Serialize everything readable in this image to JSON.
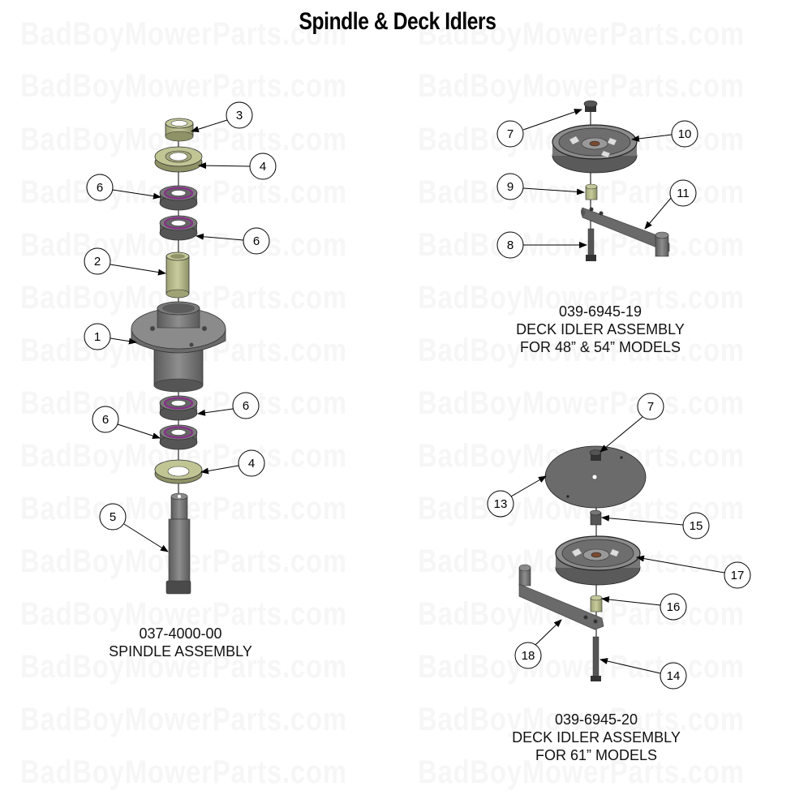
{
  "page": {
    "title": "Spindle & Deck Idlers",
    "watermark": "BadBoyMowerParts.com"
  },
  "assemblies": [
    {
      "id": "spindle",
      "part_number": "037-4000-00",
      "name": "SPINDLE ASSEMBLY",
      "subtitle": "",
      "callouts": [
        "3",
        "4",
        "6",
        "6",
        "2",
        "1",
        "6",
        "6",
        "4",
        "5"
      ]
    },
    {
      "id": "idler-48-54",
      "part_number": "039-6945-19",
      "name": "DECK IDLER ASSEMBLY",
      "subtitle": "FOR 48” & 54” MODELS",
      "callouts": [
        "7",
        "10",
        "9",
        "11",
        "8"
      ]
    },
    {
      "id": "idler-61",
      "part_number": "039-6945-20",
      "name": "DECK IDLER ASSEMBLY",
      "subtitle": "FOR 61” MODELS",
      "callouts": [
        "7",
        "13",
        "15",
        "17",
        "16",
        "18",
        "14"
      ]
    }
  ],
  "colors": {
    "bronze": "#b9bd8f",
    "steel_dark": "#6b6b6b",
    "steel": "#8a8a8a",
    "bearing_seal": "#8a2a8c",
    "watermark": "#f6f6f6"
  }
}
